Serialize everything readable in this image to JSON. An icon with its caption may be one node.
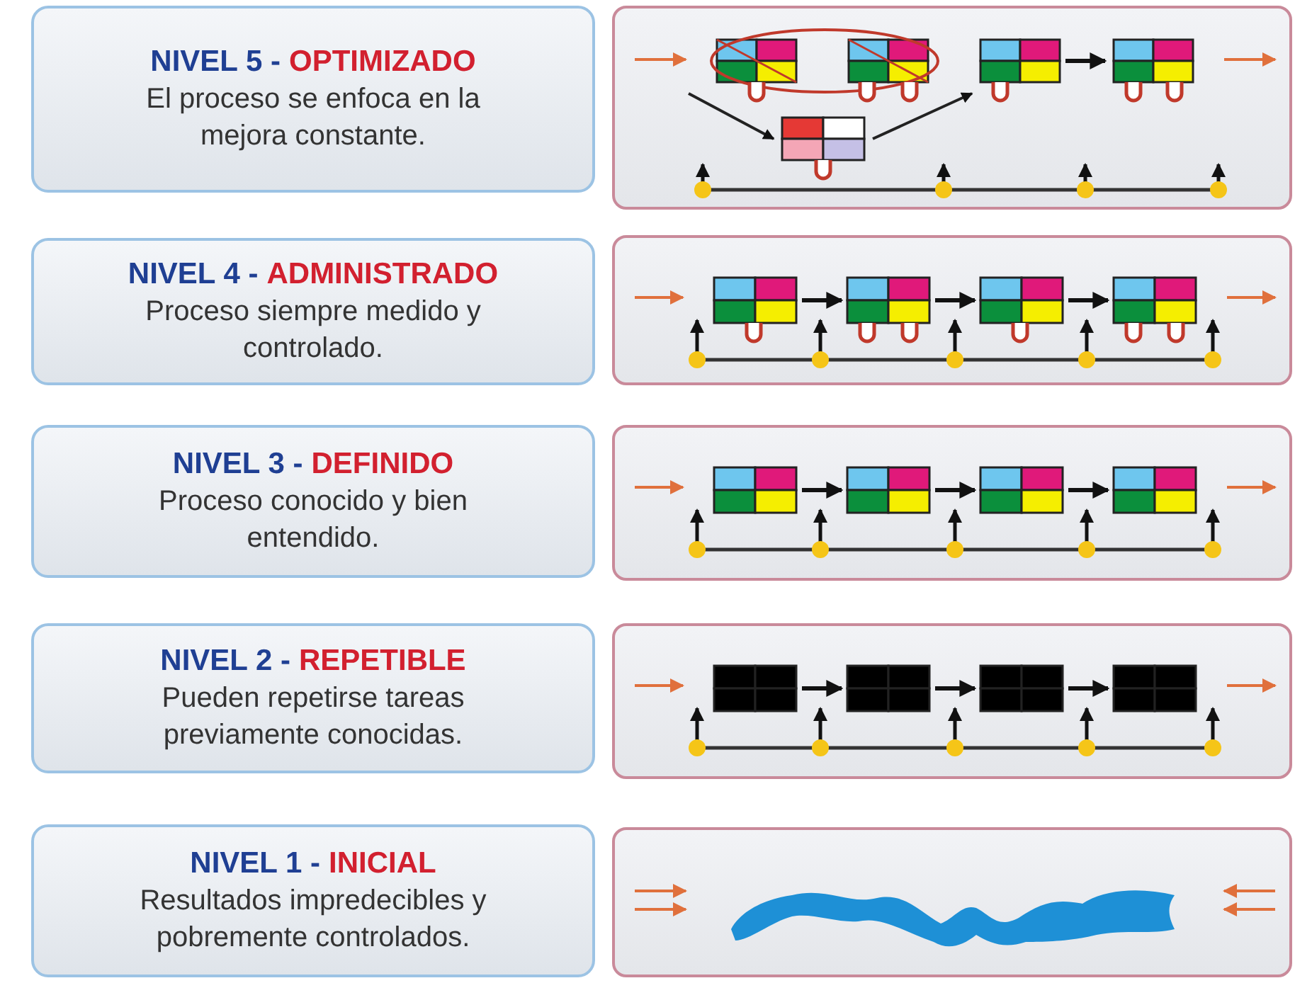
{
  "diagram": {
    "nodes": [
      {
        "text": [
          "NIVEL 5 -",
          "OPTIMIZADO",
          "El proceso se enfoca en la mejora constante."
        ]
      },
      {
        "text": [],
        "shape": "picture"
      },
      {
        "text": [
          "NIVEL 4 -",
          "ADMINISTRADO",
          "Proceso siempre medido y controlado."
        ]
      },
      {
        "text": [],
        "shape": "picture"
      },
      {
        "text": [
          "NIVEL 3 -",
          "DEFINIDO",
          "Proceso conocido y bien entendido."
        ]
      },
      {
        "text": [],
        "shape": "picture"
      },
      {
        "text": [
          "NIVEL 2 -",
          "REPETIBLE",
          "Pueden repetirse tareas previamente conocidas."
        ]
      },
      {
        "text": [],
        "shape": "picture"
      },
      {
        "text": [
          "NIVEL 1 -",
          "INICIAL",
          "Resultados impredecibles y pobremente controlados."
        ]
      },
      {
        "text": [],
        "shape": "picture"
      }
    ]
  }
}
